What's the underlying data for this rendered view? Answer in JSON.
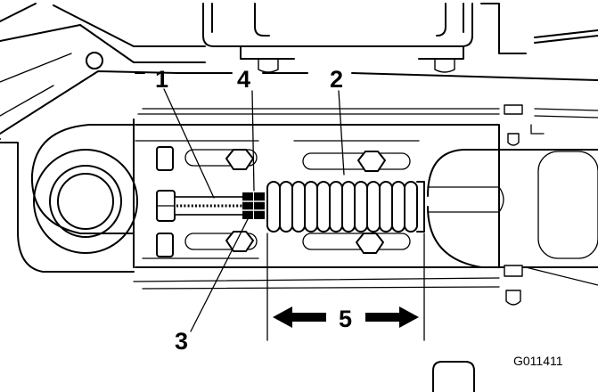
{
  "callouts": {
    "c1": "1",
    "c2": "2",
    "c3": "3",
    "c4": "4",
    "c5": "5"
  },
  "figure_id": "G011411",
  "colors": {
    "line": "#000000",
    "background": "#ffffff"
  }
}
